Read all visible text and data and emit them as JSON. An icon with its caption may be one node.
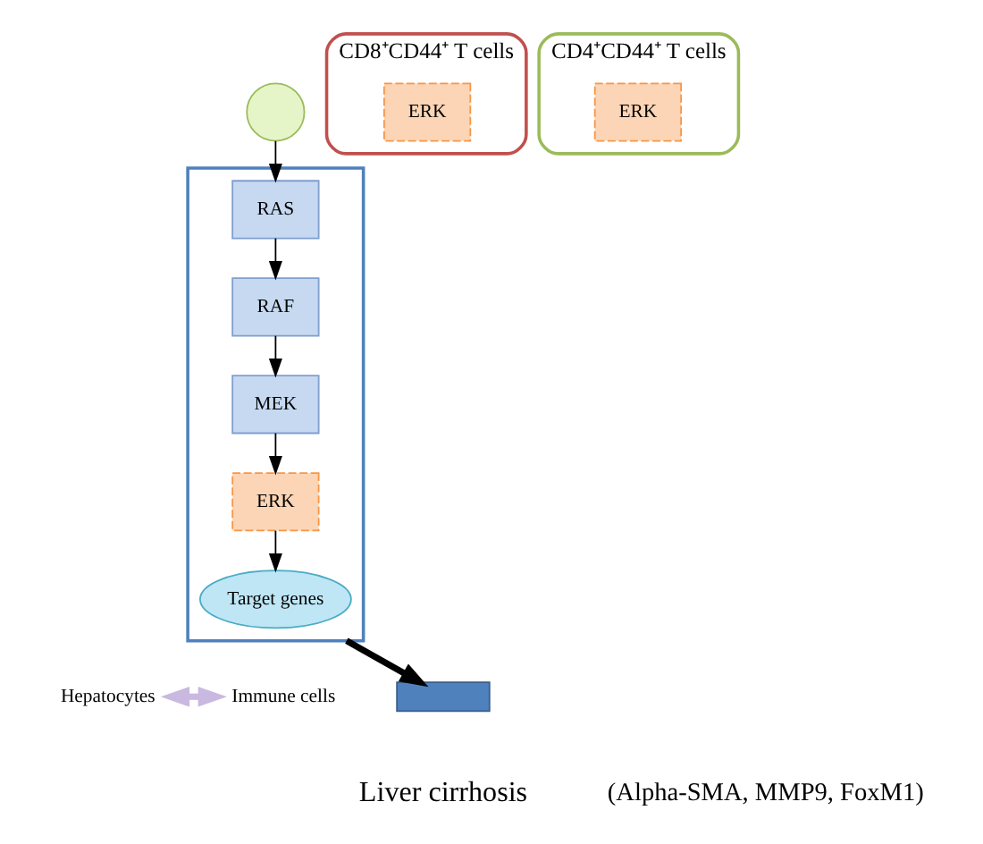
{
  "diagram": {
    "nodes": [
      {
        "text": [],
        "shape": "circle"
      },
      {
        "text": [],
        "shape": "box"
      },
      {
        "text": [
          "RAS"
        ],
        "in": 1
      },
      {
        "text": [
          "RAF"
        ],
        "in": 1
      },
      {
        "text": [
          "MEK"
        ],
        "in": 1
      },
      {
        "text": [
          "ERK"
        ],
        "in": 1
      },
      {
        "text": [
          "Target genes"
        ],
        "in": 1
      },
      {
        "text": [
          "CD8⁺CD44⁺ T cells"
        ]
      },
      {
        "text": [
          "ERK"
        ],
        "in": 7
      },
      {
        "text": [
          "CD4⁺CD44⁺ T cells"
        ]
      },
      {
        "text": [
          "ERK"
        ],
        "in": 9
      },
      {
        "text": [
          "Hepatocytes"
        ]
      },
      {
        "text": [
          "Immune cells"
        ]
      },
      {
        "text": [],
        "shape": "box"
      }
    ],
    "edges": [
      {
        "from": 0,
        "to": 2,
        "arrow": "to"
      },
      {
        "from": 2,
        "to": 3,
        "arrow": "to"
      },
      {
        "from": 3,
        "to": 4,
        "arrow": "to"
      },
      {
        "from": 4,
        "to": 5,
        "arrow": "to"
      },
      {
        "from": 5,
        "to": 6,
        "arrow": "to"
      },
      {
        "from": 1,
        "to": 13,
        "arrow": "to",
        "style": "thick"
      },
      {
        "from": 11,
        "to": 12,
        "arrow": "both",
        "style": "thick",
        "color": "#c9b8e0"
      }
    ],
    "labels": [
      "Liver cirrhosis",
      "(Alpha-SMA, MMP9, FoxM1)"
    ]
  }
}
